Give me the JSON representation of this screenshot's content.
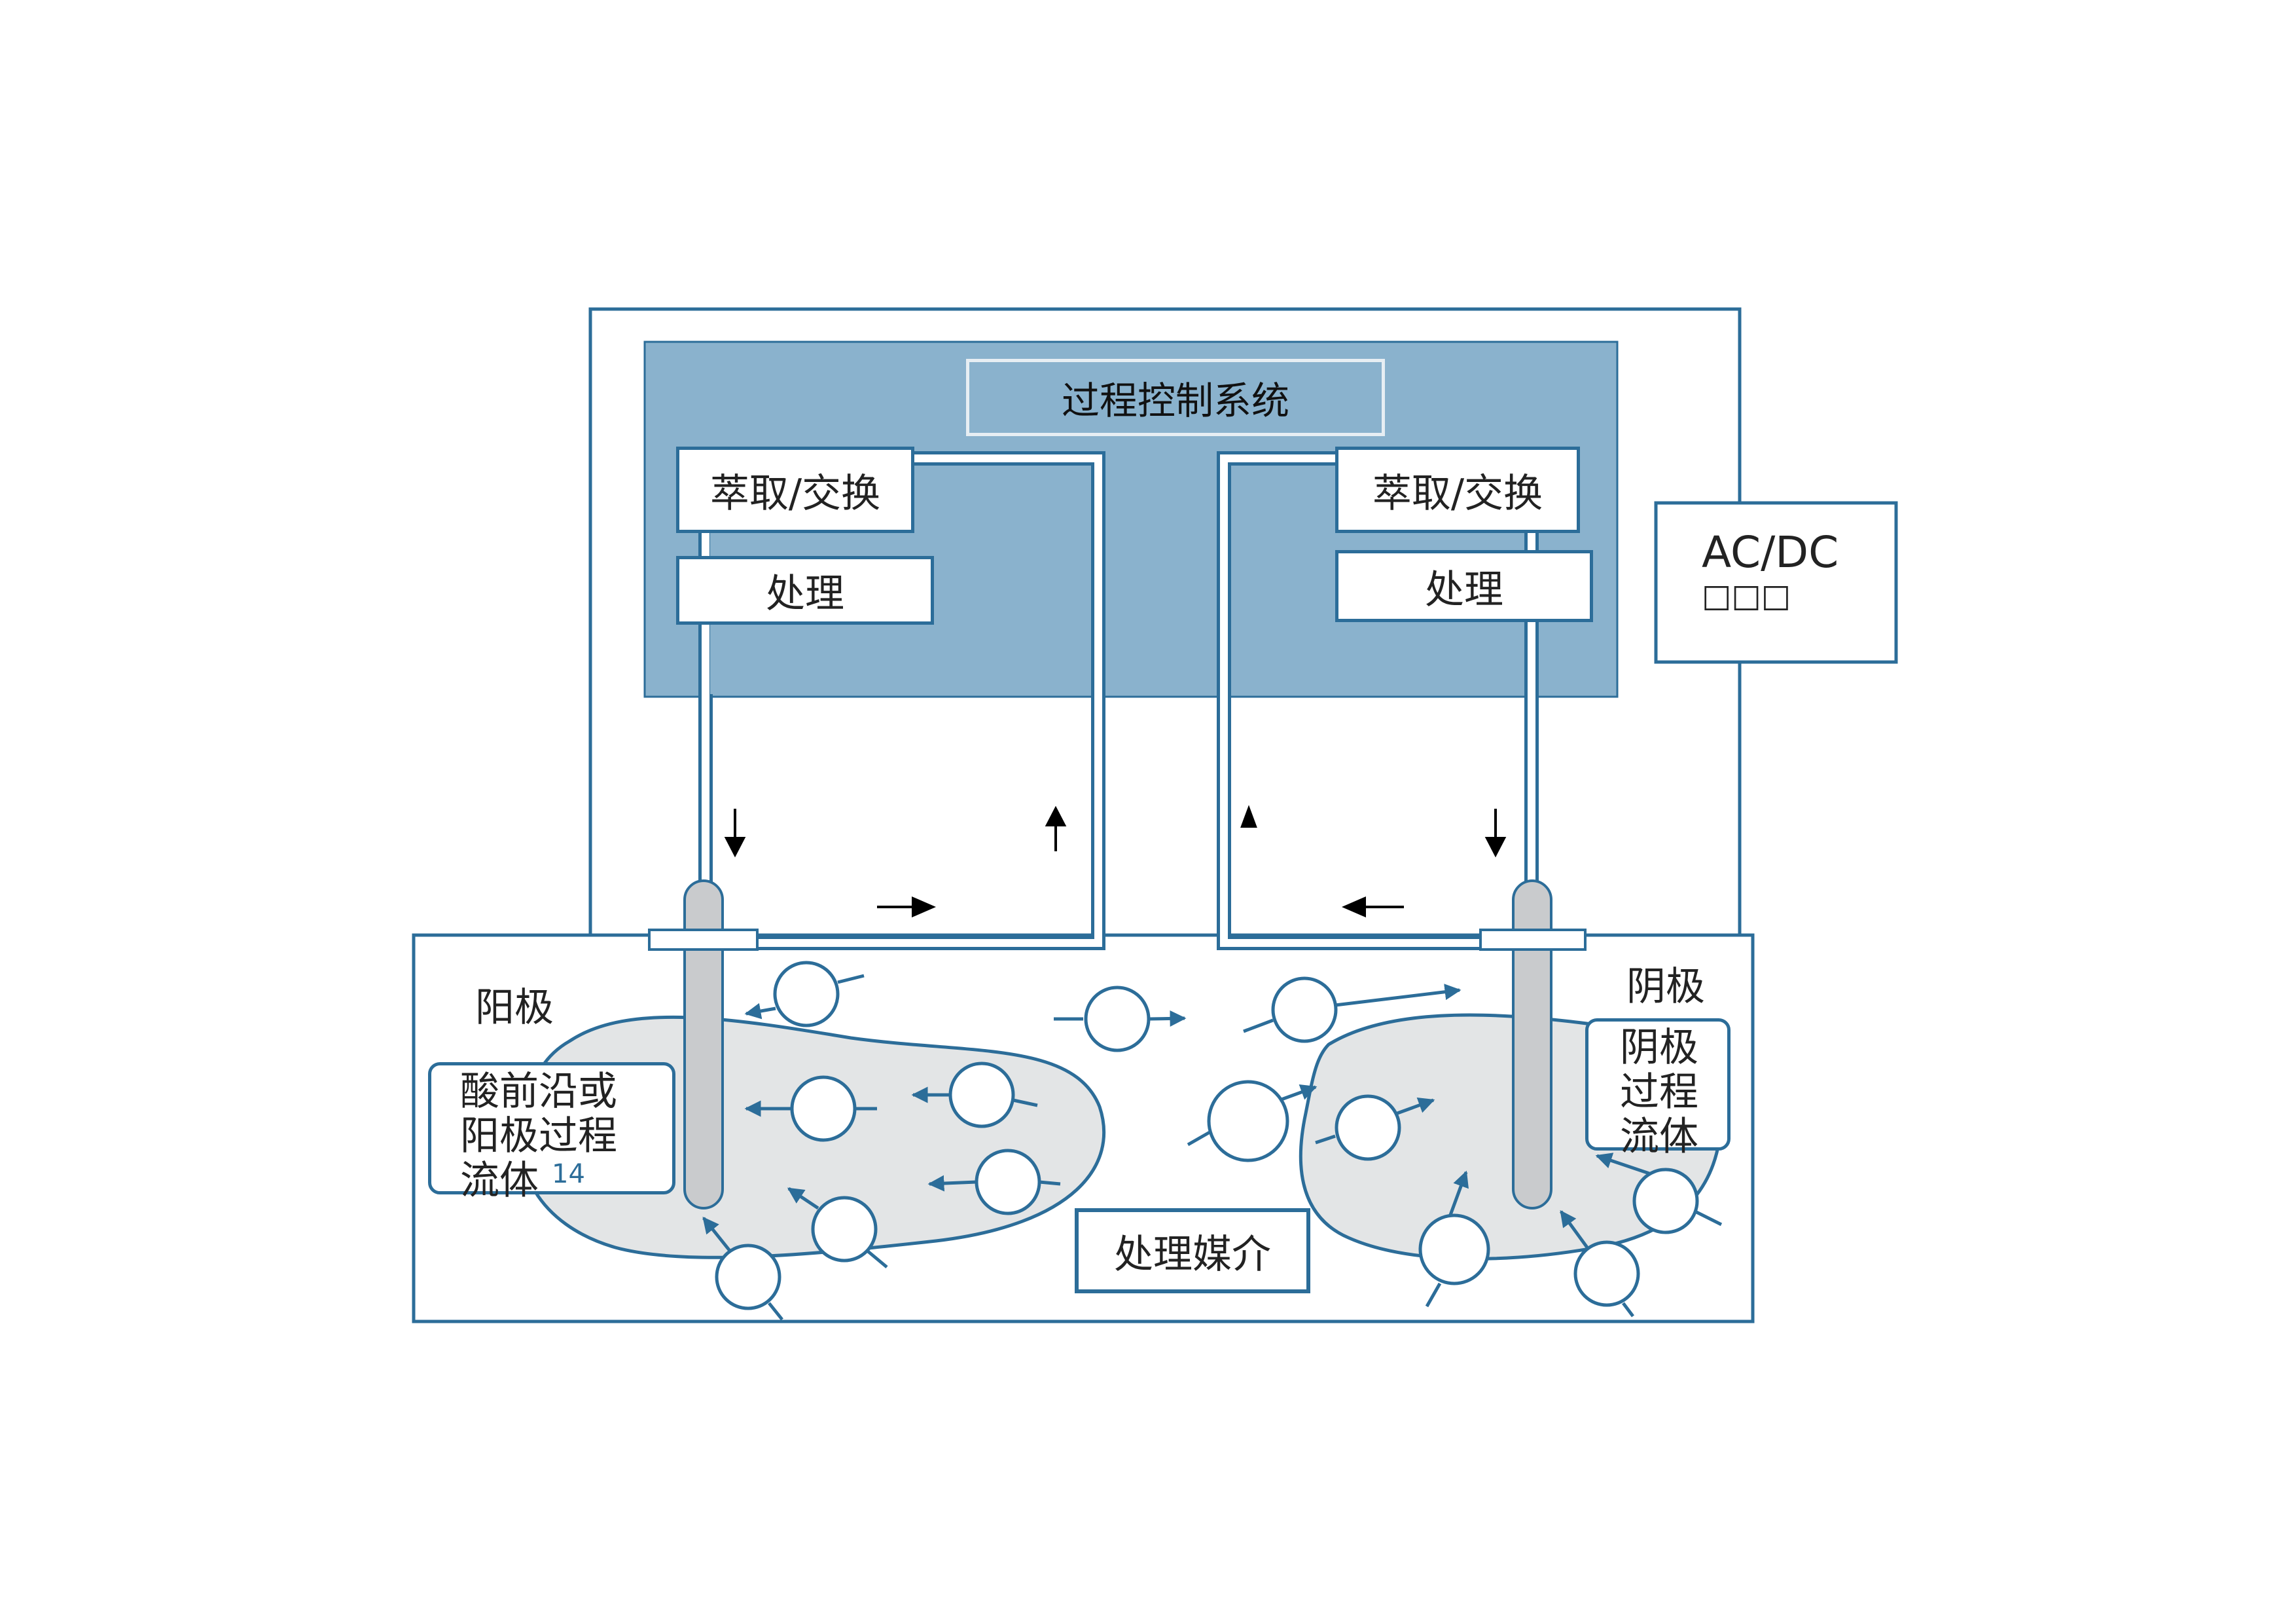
{
  "control_system": {
    "title": "过程控制系统"
  },
  "left_unit": {
    "extraction_label": "萃取/交换",
    "treatment_label": "处理"
  },
  "right_unit": {
    "extraction_label": "萃取/交换",
    "treatment_label": "处理"
  },
  "power_supply": {
    "label": "AC/DC",
    "sublabel": "□□□"
  },
  "anode": {
    "label": "阳极",
    "fluid_label": "酸前沿或\n阳极过程\n流体",
    "fluid_ref": "14"
  },
  "cathode": {
    "label": "阴极",
    "fluid_label": "阴极\n过程\n流体"
  },
  "medium": {
    "label": "处理媒介"
  },
  "colors": {
    "accent": "#2c6d99",
    "panel_fill": "#8ab2cd",
    "zone_fill": "#e3e5e6",
    "electrode": "#c9cbcd"
  },
  "icons": [
    "particle-icon",
    "flow-arrow-icon"
  ]
}
